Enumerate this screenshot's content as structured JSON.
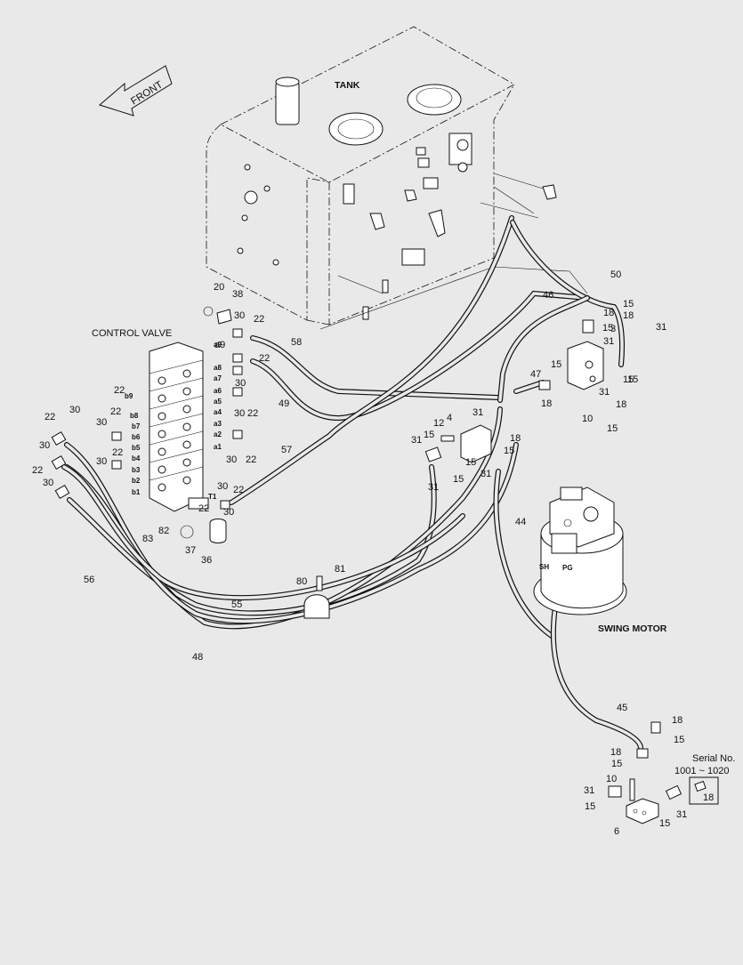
{
  "front_label": "FRONT",
  "tank_label": "TANK",
  "control_valve_label": "CONTROL VALVE",
  "swing_motor_label": "SWING MOTOR",
  "serial": {
    "line1": "Serial No.",
    "line2": "1001 ~ 1020",
    "part": "18"
  },
  "ports": {
    "a9": "a9",
    "a8": "a8",
    "a7": "a7",
    "a6": "a6",
    "a5": "a5",
    "a4": "a4",
    "a3": "a3",
    "a2": "a2",
    "a1": "a1",
    "b9": "b9",
    "b8": "b8",
    "b7": "b7",
    "b6": "b6",
    "b5": "b5",
    "b4": "b4",
    "b3": "b3",
    "b2": "b2",
    "b1": "b1",
    "t1": "T1",
    "sh": "SH",
    "pg": "PG"
  },
  "callouts": [
    "20",
    "38",
    "30",
    "22",
    "58",
    "a9",
    "30",
    "22",
    "30",
    "22",
    "30",
    "22",
    "49",
    "30",
    "22",
    "57",
    "22",
    "30",
    "37",
    "36",
    "83",
    "82",
    "30",
    "22",
    "30",
    "22",
    "30",
    "22",
    "30",
    "22",
    "30",
    "22",
    "56",
    "80",
    "81",
    "55",
    "48",
    "4",
    "12",
    "15",
    "31",
    "31",
    "15",
    "31",
    "15",
    "18",
    "15",
    "31",
    "46",
    "47",
    "44",
    "45",
    "50",
    "15",
    "18",
    "15",
    "31",
    "18",
    "15",
    "3",
    "31",
    "15",
    "31",
    "15",
    "18",
    "10",
    "18",
    "15",
    "18",
    "15",
    "18",
    "15",
    "10",
    "31",
    "15",
    "6",
    "15",
    "31"
  ]
}
